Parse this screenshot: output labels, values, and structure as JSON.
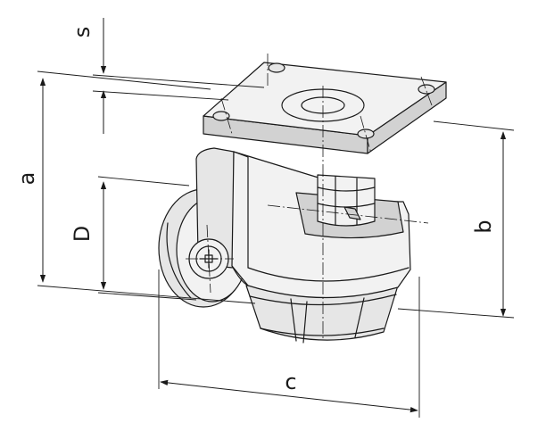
{
  "dimensions": {
    "s": "s",
    "a": "a",
    "D": "D",
    "b": "b",
    "c": "c"
  }
}
